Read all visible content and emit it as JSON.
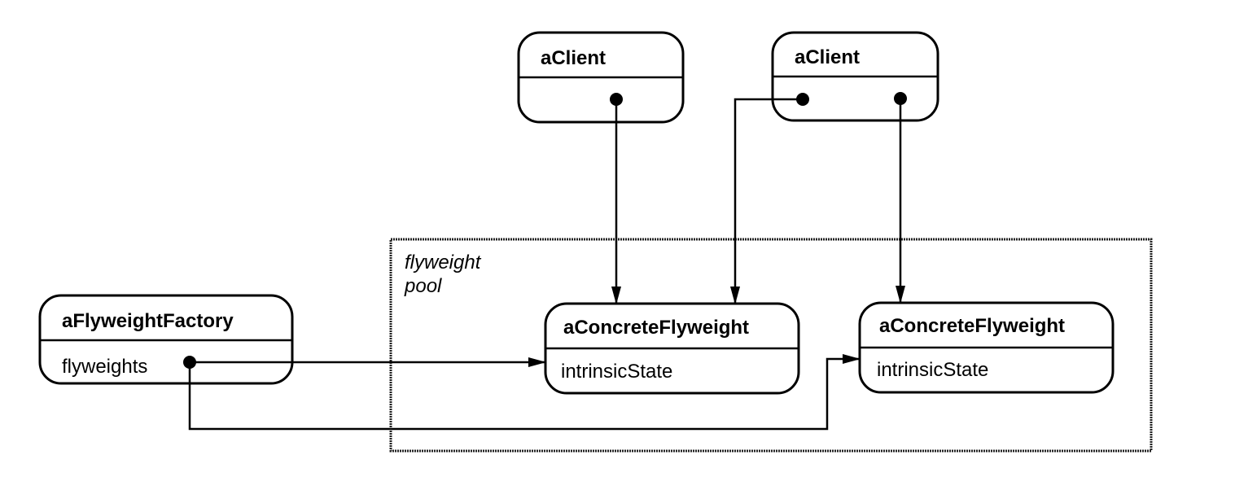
{
  "objects": {
    "client1": {
      "name": "aClient"
    },
    "client2": {
      "name": "aClient"
    },
    "factory": {
      "name": "aFlyweightFactory",
      "attribute": "flyweights"
    },
    "flyweight1": {
      "name": "aConcreteFlyweight",
      "attribute": "intrinsicState"
    },
    "flyweight2": {
      "name": "aConcreteFlyweight",
      "attribute": "intrinsicState"
    }
  },
  "pool": {
    "label_line1": "flyweight",
    "label_line2": "pool"
  }
}
